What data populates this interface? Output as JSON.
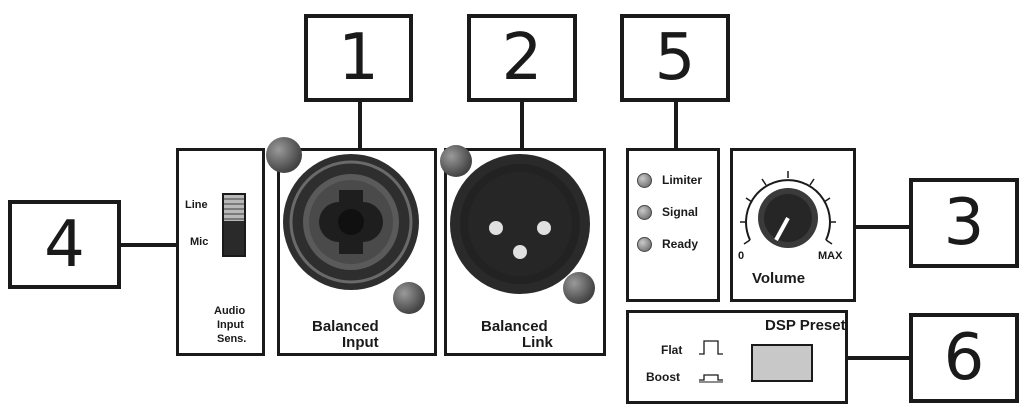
{
  "callouts": [
    "1",
    "2",
    "5",
    "4",
    "3",
    "6"
  ],
  "sens_panel": {
    "line_label": "Line",
    "mic_label": "Mic",
    "caption_1": "Audio",
    "caption_2": "Input",
    "caption_3": "Sens."
  },
  "input_panel": {
    "caption_1": "Balanced",
    "caption_2": "Input"
  },
  "link_panel": {
    "caption_1": "Balanced",
    "caption_2": "Link"
  },
  "indicator_panel": {
    "leds": [
      "Limiter",
      "Signal",
      "Ready"
    ]
  },
  "volume_panel": {
    "min_label": "0",
    "max_label": "MAX",
    "caption": "Volume"
  },
  "dsp_panel": {
    "title": "DSP Preset",
    "flat_label": "Flat",
    "boost_label": "Boost"
  },
  "colors": {
    "ink": "#1a1a1a",
    "connector": "#3a3a3a",
    "led": "#8a8a8a",
    "dsp_button": "#c8c8c8"
  }
}
